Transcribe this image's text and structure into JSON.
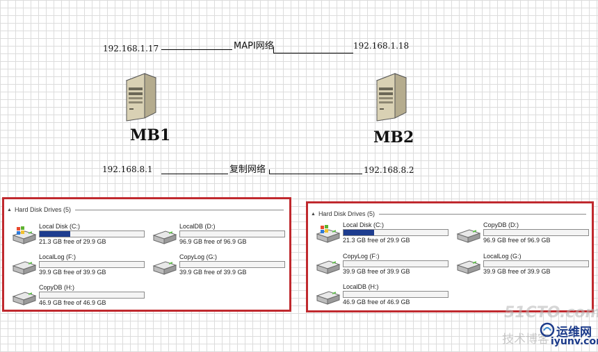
{
  "networks": {
    "mapi": {
      "label": "MAPI网络",
      "left_ip": "192.168.1.17",
      "right_ip": "192.168.1.18"
    },
    "replication": {
      "label": "复制网络",
      "left_ip": "192.168.8.1",
      "right_ip": "192.168.8.2"
    }
  },
  "servers": [
    {
      "name": "MB1",
      "icon": "server-tower-icon"
    },
    {
      "name": "MB2",
      "icon": "server-tower-icon"
    }
  ],
  "panels": [
    {
      "header": "Hard Disk Drives (5)",
      "drives": [
        {
          "name": "Local Disk (C:)",
          "free_text": "21.3 GB free of 29.9 GB",
          "used_fraction": 0.29,
          "icon": "windows-drive-icon"
        },
        {
          "name": "LocalDB (D:)",
          "free_text": "96.9 GB free of 96.9 GB",
          "used_fraction": 0.0,
          "icon": "hard-drive-icon"
        },
        {
          "name": "LocalLog (F:)",
          "free_text": "39.9 GB free of 39.9 GB",
          "used_fraction": 0.0,
          "icon": "hard-drive-icon"
        },
        {
          "name": "CopyLog (G:)",
          "free_text": "39.9 GB free of 39.9 GB",
          "used_fraction": 0.0,
          "icon": "hard-drive-icon"
        },
        {
          "name": "CopyDB (H:)",
          "free_text": "46.9 GB free of 46.9 GB",
          "used_fraction": 0.0,
          "icon": "hard-drive-icon"
        }
      ]
    },
    {
      "header": "Hard Disk Drives (5)",
      "drives": [
        {
          "name": "Local Disk (C:)",
          "free_text": "21.3 GB free of 29.9 GB",
          "used_fraction": 0.29,
          "icon": "windows-drive-icon"
        },
        {
          "name": "CopyDB (D:)",
          "free_text": "96.9 GB free of 96.9 GB",
          "used_fraction": 0.0,
          "icon": "hard-drive-icon"
        },
        {
          "name": "CopyLog (F:)",
          "free_text": "39.9 GB free of 39.9 GB",
          "used_fraction": 0.0,
          "icon": "hard-drive-icon"
        },
        {
          "name": "LocalLog (G:)",
          "free_text": "39.9 GB free of 39.9 GB",
          "used_fraction": 0.0,
          "icon": "hard-drive-icon"
        },
        {
          "name": "LocalDB (H:)",
          "free_text": "46.9 GB free of 46.9 GB",
          "used_fraction": 0.0,
          "icon": "hard-drive-icon"
        }
      ]
    }
  ],
  "watermark": {
    "site_code": "51CTO.com",
    "tagline": "技术博客",
    "brand": "运维网",
    "url": "iyunv.com"
  },
  "colors": {
    "panel_border": "#c0292e",
    "usage_bar": "#1e3d8f",
    "grid": "#dcdcdc"
  }
}
